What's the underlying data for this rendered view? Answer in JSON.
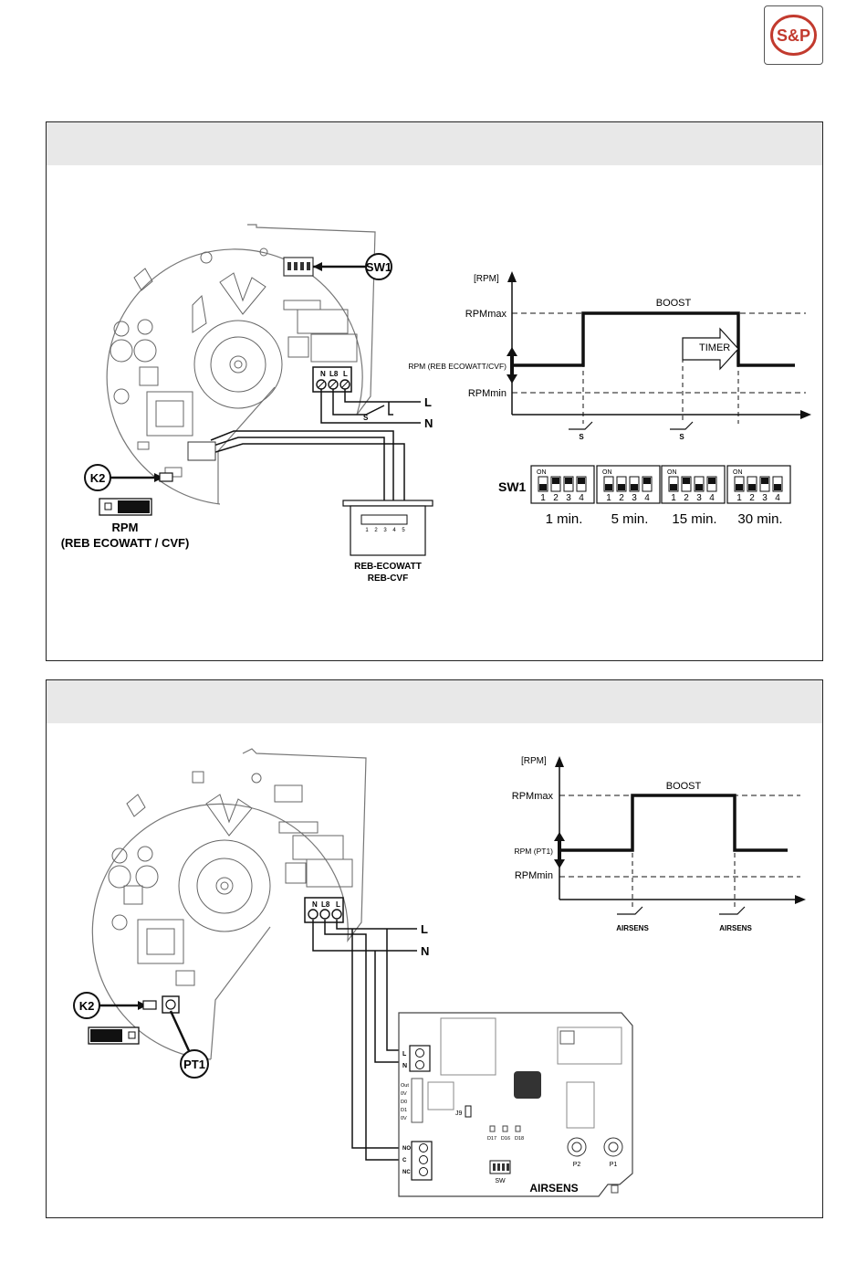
{
  "logo": {
    "text": "S&P"
  },
  "panel1": {
    "sw1_callout": "SW1",
    "k2_callout": "K2",
    "terminal_labels": [
      "N",
      "L8",
      "L"
    ],
    "line_L": "L",
    "line_N": "N",
    "switch_s": "S",
    "rpm_caption_line1": "RPM",
    "rpm_caption_line2": "(REB ECOWATT / CVF)",
    "reb_pins": [
      "1",
      "2",
      "3",
      "4",
      "5"
    ],
    "reb_caption_line1": "REB-ECOWATT",
    "reb_caption_line2": "REB-CVF",
    "graph": {
      "y_unit": "[RPM]",
      "rpm_max": "RPMmax",
      "rpm_mid": "RPM (REB ECOWATT/CVF)",
      "rpm_min": "RPMmin",
      "boost": "BOOST",
      "timer": "TIMER",
      "switch_label_1": "S",
      "switch_label_2": "S"
    },
    "sw1_table": {
      "label": "SW1",
      "on_text": "ON",
      "numbers": [
        "1",
        "2",
        "3",
        "4"
      ],
      "times": [
        "1 min.",
        "5 min.",
        "15 min.",
        "30 min."
      ],
      "dip_on_states": [
        [
          false,
          true,
          true,
          true
        ],
        [
          false,
          false,
          false,
          true
        ],
        [
          false,
          true,
          false,
          true
        ],
        [
          false,
          false,
          true,
          false
        ]
      ]
    }
  },
  "panel2": {
    "k2_callout": "K2",
    "pt1_callout": "PT1",
    "terminal_labels": [
      "N",
      "L8",
      "L"
    ],
    "line_L": "L",
    "line_N": "N",
    "graph": {
      "y_unit": "[RPM]",
      "rpm_max": "RPMmax",
      "rpm_mid": "RPM (PT1)",
      "rpm_min": "RPMmin",
      "boost": "BOOST",
      "switch_label_1": "AIRSENS",
      "switch_label_2": "AIRSENS"
    },
    "airsens": {
      "title": "AIRSENS",
      "power_terms": [
        "L",
        "N"
      ],
      "signal_terms": [
        "Out",
        "0V",
        "D0",
        "D1",
        "0V"
      ],
      "relay_terms": [
        "NO",
        "C",
        "NC"
      ],
      "jumper": "J9",
      "leds": [
        "D17",
        "D16",
        "D18"
      ],
      "dip_label": "SW",
      "pots": [
        "P2",
        "P1"
      ]
    }
  }
}
